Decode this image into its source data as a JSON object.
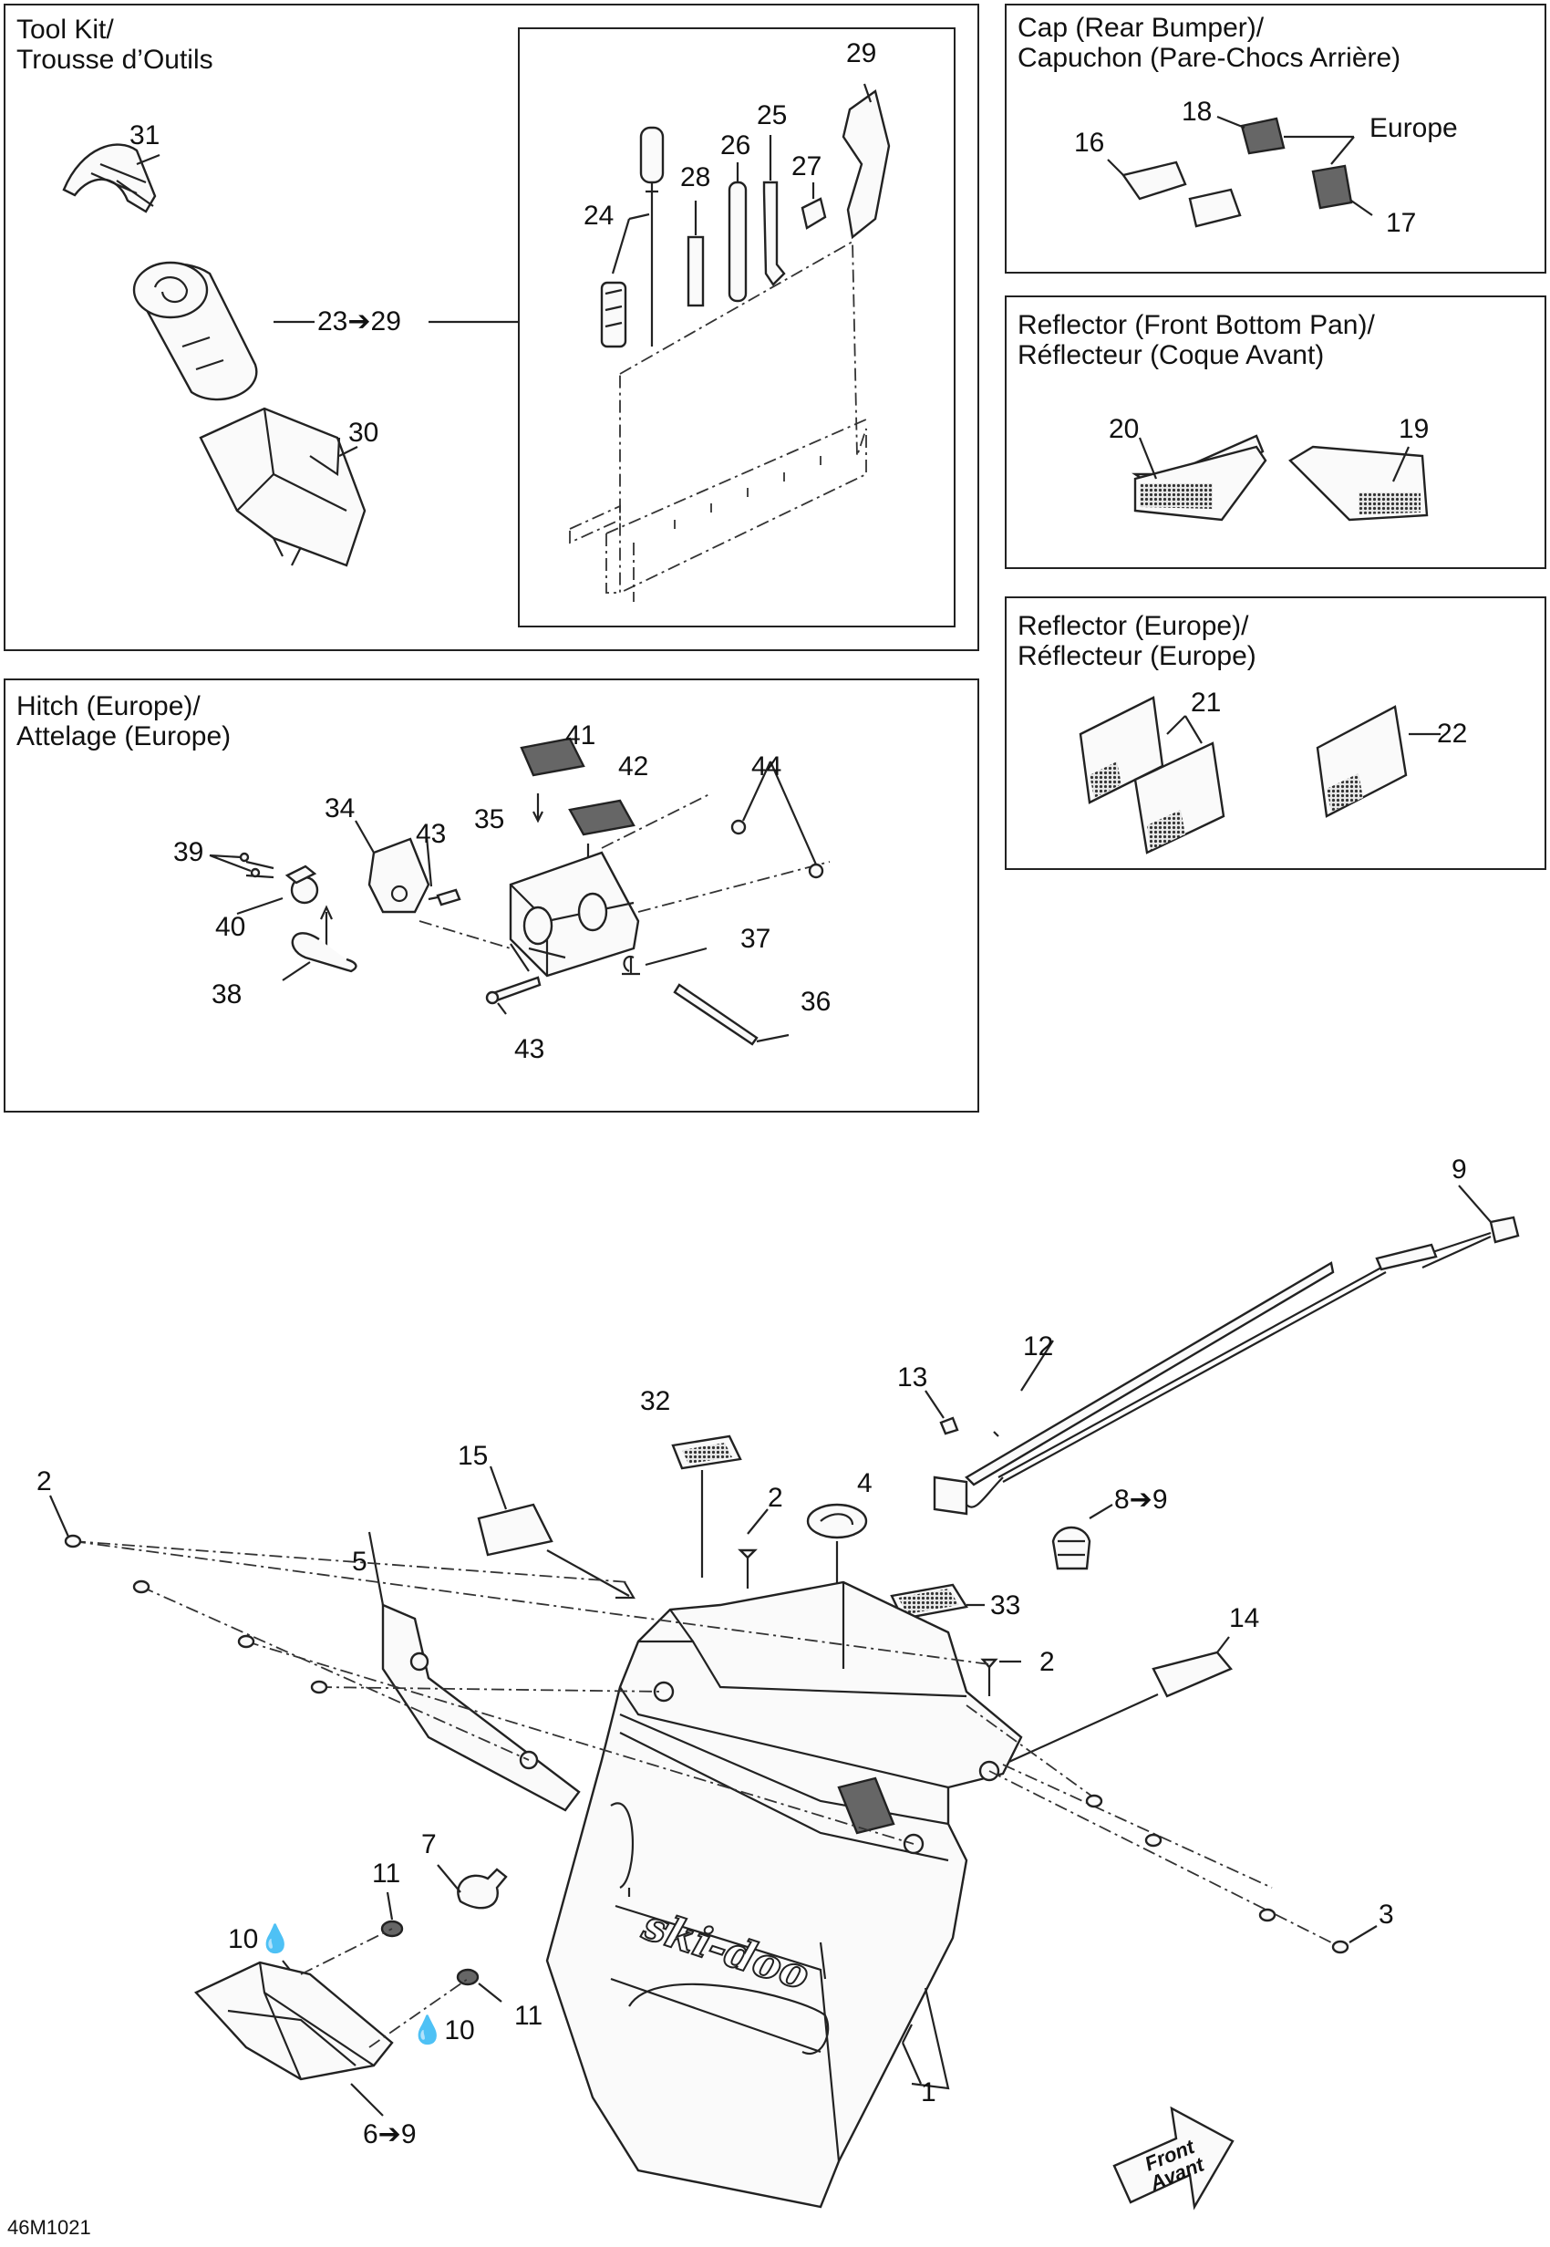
{
  "boxes": {
    "tool_kit": {
      "title": "Tool Kit/\nTrousse d’Outils"
    },
    "cap": {
      "title": "Cap (Rear Bumper)/\nCapuchon (Pare-Chocs Arrière)"
    },
    "reflector_front": {
      "title": "Reflector (Front Bottom Pan)/\nRéflecteur (Coque Avant)"
    },
    "reflector_europe": {
      "title": "Reflector (Europe)/\nRéflecteur (Europe)"
    },
    "hitch": {
      "title": "Hitch (Europe)/\nAttelage (Europe)"
    }
  },
  "tool_kit_labels": {
    "p31": "31",
    "p23_29": "23➔29",
    "p30": "30",
    "p29": "29",
    "p25": "25",
    "p26": "26",
    "p28": "28",
    "p27": "27",
    "p24": "24"
  },
  "cap_labels": {
    "p18": "18",
    "p16": "16",
    "europe": "Europe",
    "p17": "17"
  },
  "reflector_front_labels": {
    "p20": "20",
    "p19": "19"
  },
  "reflector_europe_labels": {
    "p21": "21",
    "p22": "22"
  },
  "hitch_labels": {
    "p41": "41",
    "p42": "42",
    "p44": "44",
    "p34": "34",
    "p43a": "43",
    "p35": "35",
    "p39": "39",
    "p40": "40",
    "p37": "37",
    "p38": "38",
    "p36": "36",
    "p43b": "43"
  },
  "main_labels": {
    "p9": "9",
    "p12": "12",
    "p13": "13",
    "p32": "32",
    "p15": "15",
    "p2a": "2",
    "p4": "4",
    "p2b": "2",
    "p8_9": "8➔9",
    "p5": "5",
    "p33": "33",
    "p14": "14",
    "p2c": "2",
    "p7": "7",
    "p11a": "11",
    "p3": "3",
    "p10a": "10",
    "p10b": "10",
    "p11b": "11",
    "p1": "1",
    "p6_9": "6➔9"
  },
  "front_arrow": {
    "line1": "Front",
    "line2": "Avant"
  },
  "drawing_code": "46M1021"
}
